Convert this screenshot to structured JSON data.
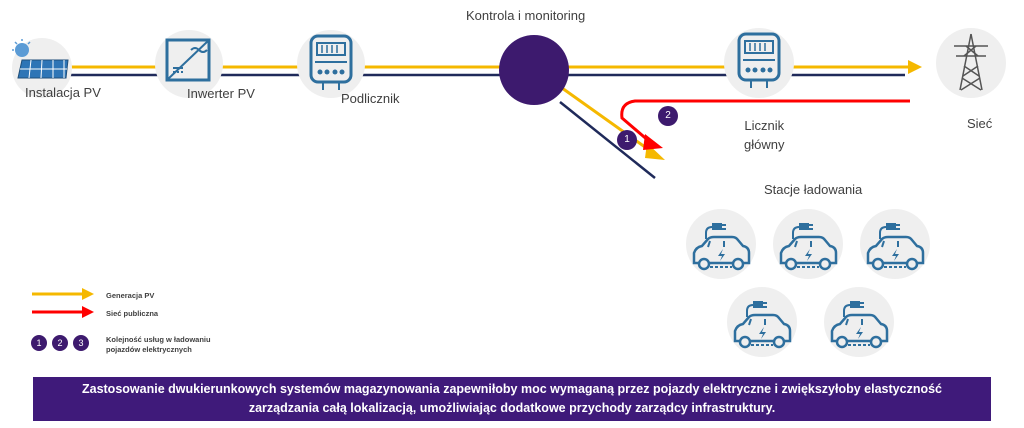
{
  "labels": {
    "monitoring": "Kontrola i monitoring",
    "pv_install": "Instalacja PV",
    "inverter": "Inwerter PV",
    "submeter": "Podlicznik",
    "main_meter_l1": "Licznik",
    "main_meter_l2": "główny",
    "grid": "Sieć",
    "stations": "Stacje ładowania"
  },
  "sequence_markers": [
    "1",
    "2"
  ],
  "legend": {
    "pv_generation": "Generacja PV",
    "public_grid": "Sieć publiczna",
    "order_l1": "Kolejność usług w ładowaniu",
    "order_l2": "pojazdów elektrycznych",
    "order_numbers": [
      "1",
      "2",
      "3"
    ]
  },
  "banner": {
    "line1": "Zastosowanie dwukierunkowych systemów magazynowania zapewniłoby moc wymaganą przez pojazdy elektryczne i zwiększyłoby elastyczność",
    "line2": "zarządzania całą lokalizacją, umożliwiając dodatkowe przychody zarządcy infrastruktury."
  },
  "colors": {
    "pv_line": "#f5b800",
    "grid_line": "#ff0000",
    "navy_line": "#1f2a5a",
    "purple": "#3d1a6e",
    "icon_blue": "#2e6f9e",
    "node_bg": "#efefef"
  }
}
